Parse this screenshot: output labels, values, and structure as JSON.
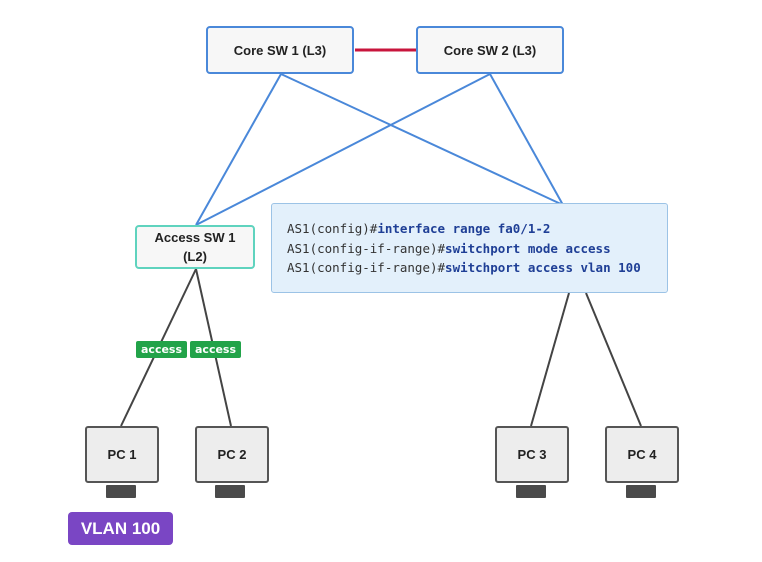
{
  "colors": {
    "uplink": "#4a88d9",
    "core_interlink": "#c8153c",
    "pc_link": "#444444",
    "access_badge": "#22a349",
    "vlan_badge": "#7a46c4"
  },
  "nodes": {
    "core1": "Core SW 1 (L3)",
    "core2": "Core SW 2 (L3)",
    "access1_line1": "Access SW 1",
    "access1_line2": "(L2)",
    "pc1": "PC 1",
    "pc2": "PC 2",
    "pc3": "PC 3",
    "pc4": "PC 4"
  },
  "badges": {
    "pc1_link": "access",
    "pc2_link": "access"
  },
  "vlan_label": "VLAN 100",
  "cli": [
    {
      "prompt": "AS1(config)#",
      "command": "interface range fa0/1-2"
    },
    {
      "prompt": "AS1(config-if-range)#",
      "command": "switchport mode access"
    },
    {
      "prompt": "AS1(config-if-range)#",
      "command": "switchport access vlan 100"
    }
  ]
}
